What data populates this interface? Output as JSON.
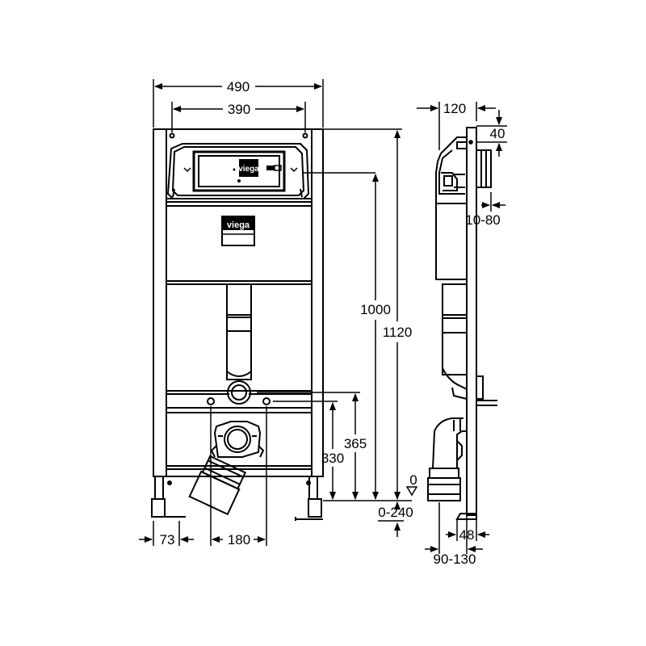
{
  "dimensions": {
    "width_490": "490",
    "width_390": "390",
    "height_1000": "1000",
    "height_1120": "1120",
    "height_365": "365",
    "height_330": "330",
    "offset_73": "73",
    "spacing_180": "180",
    "depth_120": "120",
    "offset_40": "40",
    "adjust_10_80": "10-80",
    "floor_0": "0",
    "floor_0_240": "0-240",
    "depth_48": "48",
    "range_90_130": "90-130"
  },
  "brand": {
    "logo_main": "viega",
    "logo_plate": "viega"
  },
  "colors": {
    "line": "#000000",
    "background": "#ffffff"
  }
}
